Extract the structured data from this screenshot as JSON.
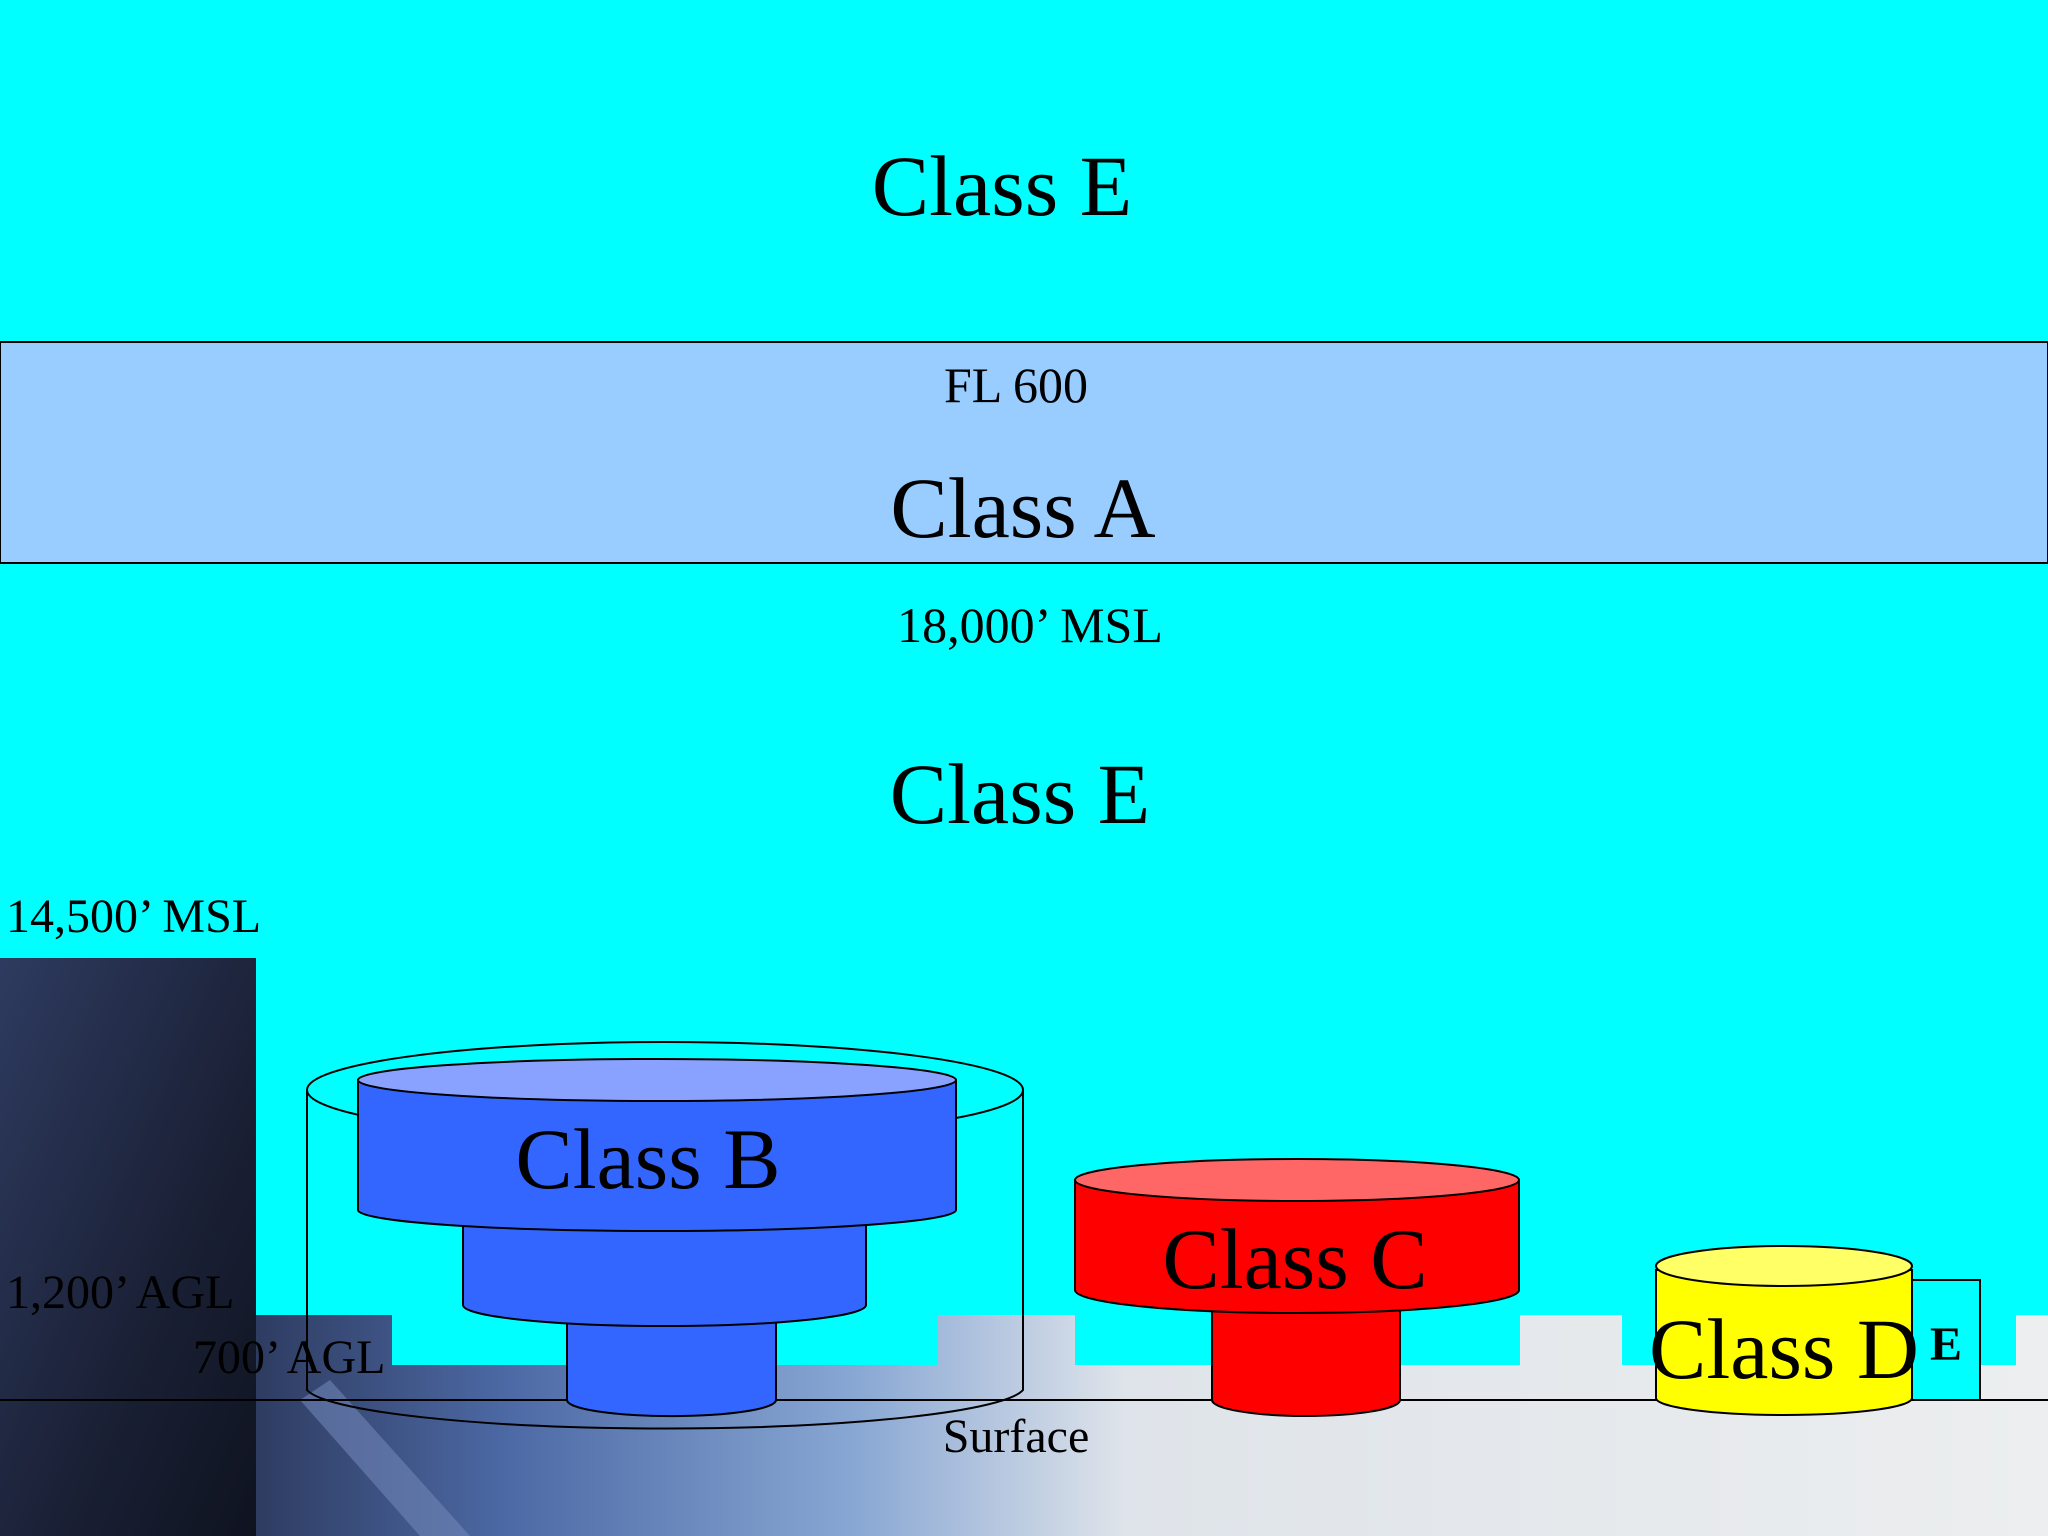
{
  "diagram": {
    "upper_class_e_label": "Class E",
    "fl600_label": "FL 600",
    "class_a_label": "Class A",
    "msl18000_label": "18,000’ MSL",
    "mid_class_e_label": "Class E",
    "msl14500_label": "14,500’ MSL",
    "agl1200_label": "1,200’ AGL",
    "agl700_label": "700’ AGL",
    "surface_label": "Surface",
    "class_b_label": "Class B",
    "class_c_label": "Class C",
    "class_d_label": "Class D",
    "class_e_ext_label": "E"
  },
  "colors": {
    "sky": "#00ffff",
    "class_a": "#99ccff",
    "class_b": "#3366ff",
    "class_b_top": "#8aa2ff",
    "class_c": "#ff0000",
    "class_c_top": "#ff6666",
    "class_d": "#ffff00",
    "class_d_top": "#ffff66",
    "ground_light": "#e6e9ec",
    "ground_dark": "#1c2233"
  }
}
